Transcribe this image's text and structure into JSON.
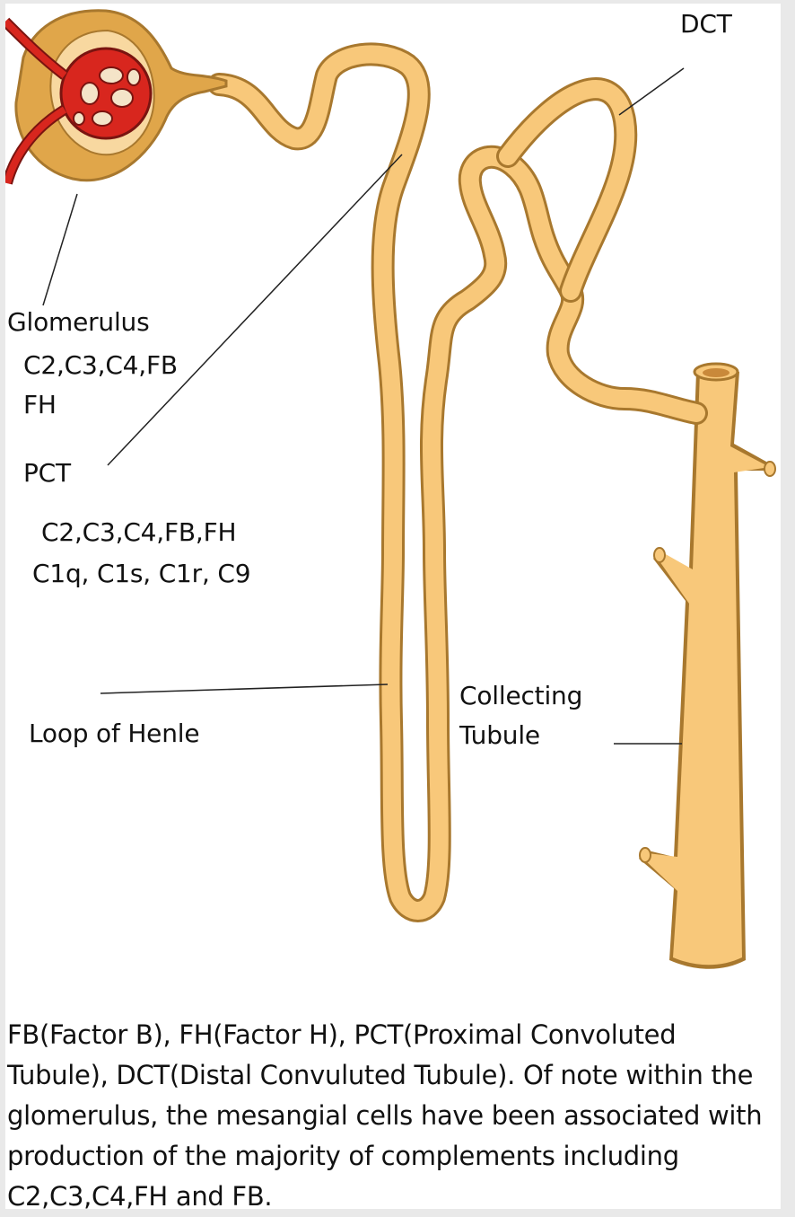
{
  "labels": {
    "dct": "DCT",
    "glomerulus": "Glomerulus",
    "glomerulus_line1": "C2,C3,C4,FB",
    "glomerulus_line2": "FH",
    "pct": "PCT",
    "pct_line1": "C2,C3,C4,FB,FH",
    "pct_line2": "C1q, C1s, C1r, C9",
    "loop_of_henle": "Loop of Henle",
    "collecting_line1": "Collecting",
    "collecting_line2": "Tubule"
  },
  "caption": "FB(Factor B), FH(Factor H), PCT(Proximal Convoluted Tubule), DCT(Distal Convuluted Tubule). Of note within the glomerulus, the mesangial cells have been associated with production of the majority of complements including C2,C3,C4,FH and FB.",
  "colors": {
    "tubule_fill": "#f8c87a",
    "tubule_outline": "#a8782e",
    "capsule_fill": "#e0a64a",
    "vessel_red": "#d8261e",
    "vessel_outline": "#7a1410"
  }
}
